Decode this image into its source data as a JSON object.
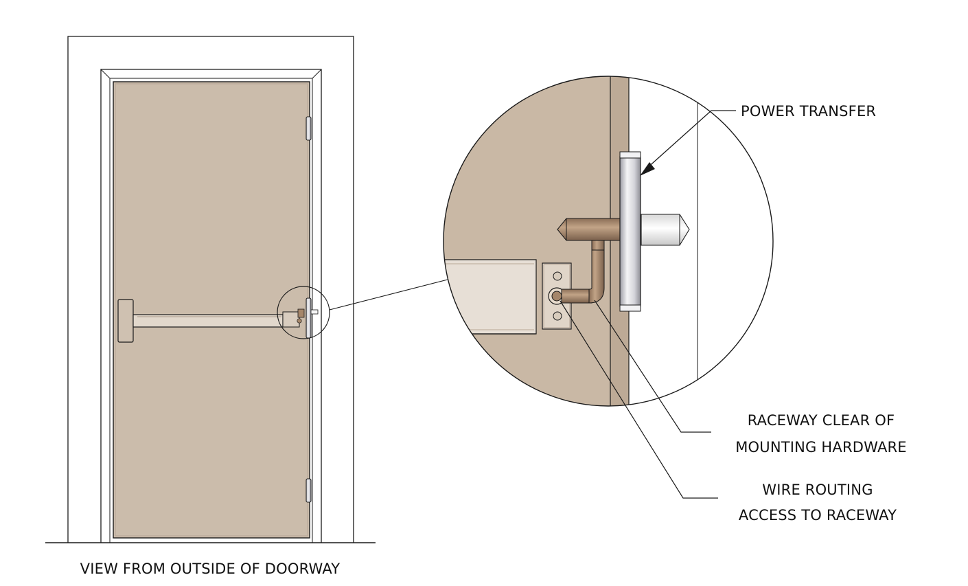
{
  "caption": "VIEW FROM OUTSIDE OF DOORWAY",
  "callouts": {
    "power_transfer": "POWER TRANSFER",
    "raceway_line1": "RACEWAY CLEAR OF",
    "raceway_line2": "MOUNTING HARDWARE",
    "wire_line1": "WIRE ROUTING",
    "wire_line2": "ACCESS TO RACEWAY"
  },
  "colors": {
    "door": "#cbbcab",
    "door_edge": "#b5a594",
    "raceway": "#a5866a",
    "raceway_dark": "#7e6450",
    "device_bar": "#e7dfd6",
    "hinge": "#e6e6ea",
    "line": "#1a1a1a"
  }
}
